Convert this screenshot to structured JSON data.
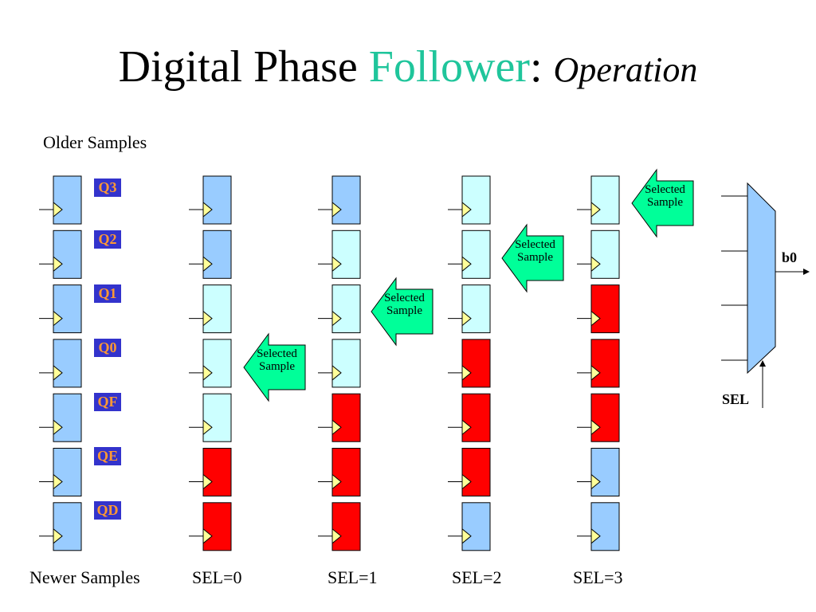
{
  "title": {
    "part1": "Digital Phase ",
    "part2": "Follower",
    "part3": ": ",
    "part4": "Operation"
  },
  "labels": {
    "older": "Older Samples",
    "newer": "Newer Samples",
    "q": [
      "Q3",
      "Q2",
      "Q1",
      "Q0",
      "QF",
      "QE",
      "QD"
    ]
  },
  "columns": [
    {
      "sel_label": "",
      "cells": [
        "blue",
        "blue",
        "blue",
        "blue",
        "blue",
        "blue",
        "blue"
      ]
    },
    {
      "sel_label": "SEL=0",
      "cells": [
        "blue",
        "blue",
        "cyan",
        "cyan",
        "cyan",
        "red",
        "red"
      ]
    },
    {
      "sel_label": "SEL=1",
      "cells": [
        "blue",
        "cyan",
        "cyan",
        "cyan",
        "red",
        "red",
        "red"
      ]
    },
    {
      "sel_label": "SEL=2",
      "cells": [
        "cyan",
        "cyan",
        "cyan",
        "red",
        "red",
        "red",
        "blue"
      ]
    },
    {
      "sel_label": "SEL=3",
      "cells": [
        "cyan",
        "cyan",
        "red",
        "red",
        "red",
        "blue",
        "blue"
      ]
    }
  ],
  "callouts": [
    {
      "line1": "Selected",
      "line2": "Sample",
      "column": 1,
      "row": 3
    },
    {
      "line1": "Selected",
      "line2": "Sample",
      "column": 2,
      "row": 2
    },
    {
      "line1": "Selected",
      "line2": "Sample",
      "column": 3,
      "row": 1
    },
    {
      "line1": "Selected",
      "line2": "Sample",
      "column": 4,
      "row": 0
    }
  ],
  "mux": {
    "output_label": "b0",
    "sel_label": "SEL"
  },
  "colors": {
    "blue": "#99ccff",
    "cyan": "#ccffff",
    "red": "#ff0000",
    "arrow": "#00ff99",
    "clock": "#ffff99",
    "qlabel_bg": "#3333cc",
    "qlabel_text": "#ff9933",
    "title_accent": "#1fc59b"
  }
}
